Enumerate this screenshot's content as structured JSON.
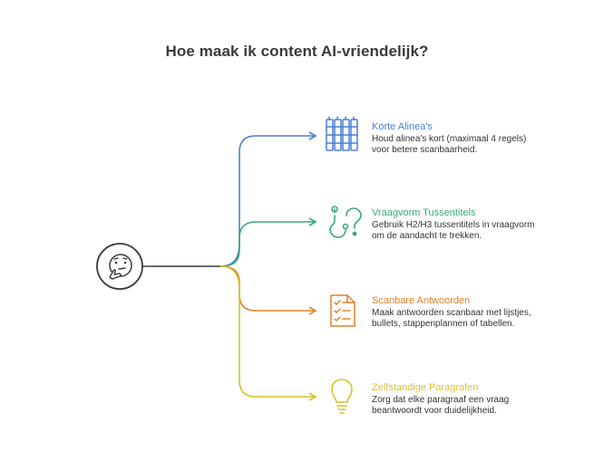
{
  "title": "Hoe maak ik content AI-vriendelijk?",
  "center": {
    "icon": "thinking-face-icon"
  },
  "items": [
    {
      "title": "Korte Alinea's",
      "description_lines": [
        "Houd alinea's kort (maximaal 4 regels)",
        "voor betere scanbaarheid."
      ],
      "color": "#4a7fd4",
      "icon": "books-icon"
    },
    {
      "title": "Vraagvorm Tussentitels",
      "description_lines": [
        "Gebruik H2/H3 tussentitels in vraagvorm",
        "om de aandacht te trekken."
      ],
      "color": "#3aa876",
      "icon": "question-marks-icon"
    },
    {
      "title": "Scanbare Antwoorden",
      "description_lines": [
        "Maak antwoorden scanbaar met lijstjes,",
        "bullets, stappenplannen of tabellen."
      ],
      "color": "#e0822b",
      "icon": "checklist-icon"
    },
    {
      "title": "Zelfstandige Paragrafen",
      "description_lines": [
        "Zorg dat elke paragraaf een vraag",
        "beantwoordt voor duidelijkheid."
      ],
      "color": "#d9c02a",
      "icon": "lightbulb-icon"
    }
  ]
}
